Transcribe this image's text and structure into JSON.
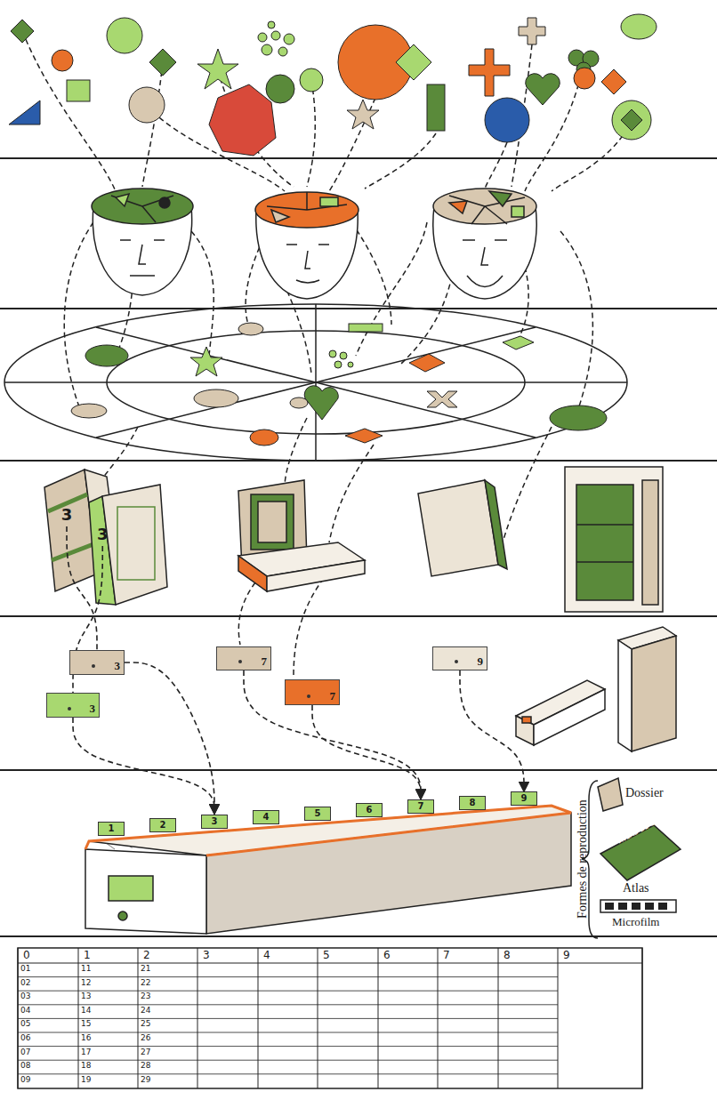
{
  "diagram": {
    "nodes": [
      {
        "text": [
          "3"
        ]
      },
      {
        "text": [
          "3"
        ]
      },
      {
        "text": [
          "3"
        ]
      },
      {
        "text": [
          "7"
        ]
      },
      {
        "text": [
          "9"
        ]
      },
      {
        "text": [
          "3"
        ]
      },
      {
        "text": [
          "7"
        ]
      },
      {
        "text": [
          "1"
        ]
      },
      {
        "text": [
          "2"
        ]
      },
      {
        "text": [
          "3"
        ]
      },
      {
        "text": [
          "4"
        ]
      },
      {
        "text": [
          "5"
        ]
      },
      {
        "text": [
          "6"
        ]
      },
      {
        "text": [
          "7"
        ]
      },
      {
        "text": [
          "8"
        ]
      },
      {
        "text": [
          "9"
        ]
      }
    ],
    "edges": [
      {
        "from": 0,
        "to": 2,
        "arrow": "none"
      },
      {
        "from": 1,
        "to": 5,
        "arrow": "none"
      },
      {
        "from": 2,
        "to": 9,
        "arrow": "to"
      },
      {
        "from": 5,
        "to": 9,
        "arrow": "to"
      },
      {
        "from": 3,
        "to": 13,
        "arrow": "to"
      },
      {
        "from": 6,
        "to": 13,
        "arrow": "to"
      },
      {
        "from": 4,
        "to": 15,
        "arrow": "to"
      }
    ],
    "labels": [
      "ATLAS DE GEOLOGIE",
      "Formes de reproduction",
      "Dossier",
      "Atlas",
      "Microfilm",
      "0",
      "1",
      "2",
      "3",
      "4",
      "5",
      "6",
      "7",
      "8",
      "9",
      "01",
      "02",
      "03",
      "04",
      "05",
      "06",
      "07",
      "08",
      "09",
      "11",
      "12",
      "13",
      "14",
      "15",
      "16",
      "17",
      "18",
      "19",
      "21",
      "22",
      "23",
      "24",
      "25",
      "26",
      "27",
      "28",
      "29"
    ]
  }
}
